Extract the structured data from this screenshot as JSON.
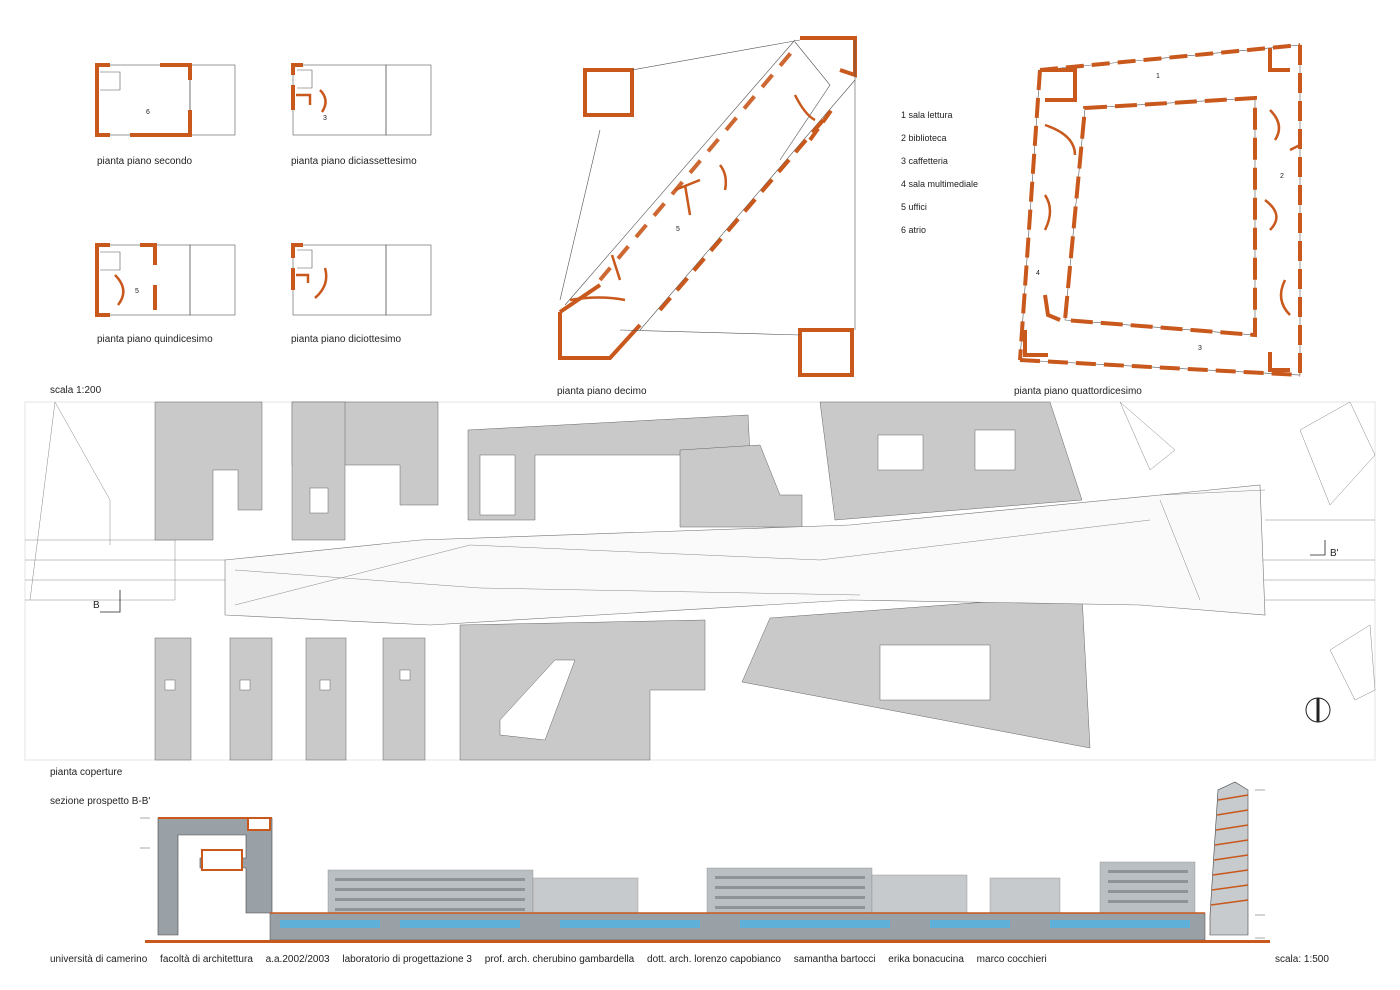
{
  "plans": {
    "secondo": "pianta piano secondo",
    "diciassettesimo": "pianta piano diciassettesimo",
    "quindicesimo": "pianta piano quindicesimo",
    "diciottesimo": "pianta piano diciottesimo",
    "decimo": "pianta piano decimo",
    "quattordicesimo": "pianta piano quattordicesimo"
  },
  "scale_small": "scala  1:200",
  "legend": [
    "1 sala lettura",
    "2 biblioteca",
    "3 caffetteria",
    "4 sala multimediale",
    "5 uffici",
    "6 atrio"
  ],
  "room_numbers": {
    "secondo": "6",
    "diciassettesimo": "3",
    "quindicesimo": "5",
    "decimo": "5",
    "q1": "1",
    "q2": "2",
    "q3": "3",
    "q4": "4"
  },
  "roof_plan_label": "pianta coperture",
  "section_label": "sezione prospetto B-B'",
  "section_marks": {
    "b": "B",
    "b_prime": "B'"
  },
  "footer": {
    "university": "università di camerino",
    "faculty": "facoltà di architettura",
    "year": "a.a.2002/2003",
    "lab": "laboratorio di progettazione 3",
    "prof": "prof. arch. cherubino gambardella",
    "dott": "dott. arch. lorenzo capobianco",
    "s1": "samantha bartocci",
    "s2": "erika bonacucina",
    "s3": "marco cocchieri"
  },
  "scale_large": "scala:  1:500",
  "colors": {
    "accent": "#c8581c",
    "building": "#c9c9c9"
  }
}
